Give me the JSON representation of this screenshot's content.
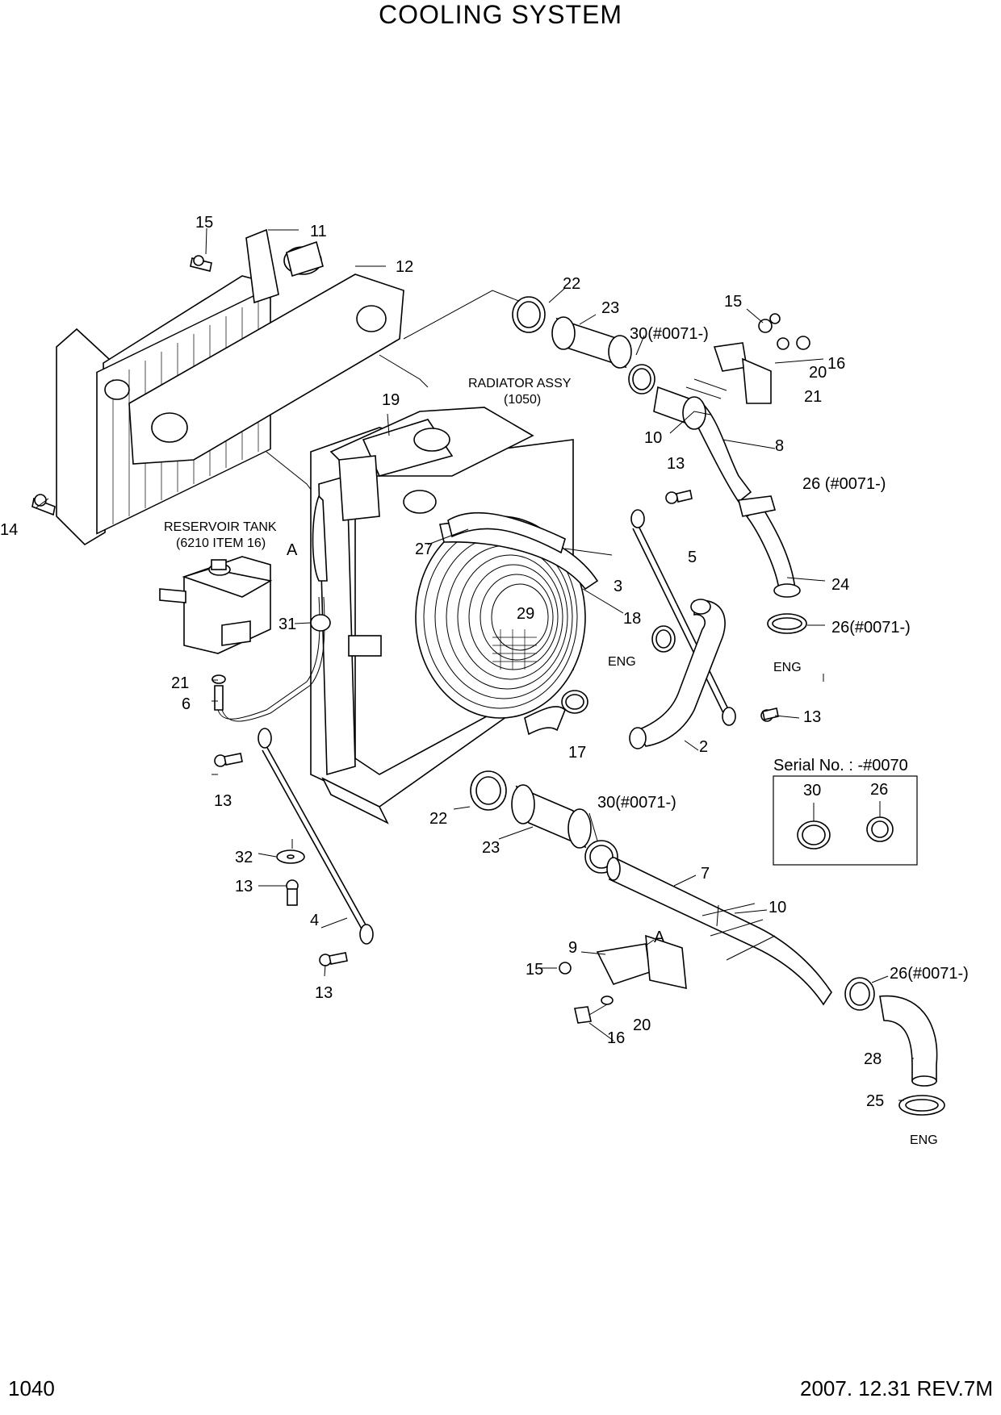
{
  "title": "COOLING SYSTEM",
  "annotations": {
    "radiator_assy": "RADIATOR ASSY",
    "radiator_ref": "(1050)",
    "reservoir_tank": "RESERVOIR TANK",
    "reservoir_ref": "(6210 ITEM 16)",
    "serial_no": "Serial No. : -#0070",
    "eng": "ENG",
    "ref_a": "A"
  },
  "callouts": {
    "c2": "2",
    "c3": "3",
    "c4": "4",
    "c5": "5",
    "c6": "6",
    "c7": "7",
    "c8": "8",
    "c9": "9",
    "c10": "10",
    "c11": "11",
    "c12": "12",
    "c13": "13",
    "c14": "14",
    "c15": "15",
    "c16": "16",
    "c17": "17",
    "c18": "18",
    "c19": "19",
    "c20": "20",
    "c21": "21",
    "c22": "22",
    "c23": "23",
    "c24": "24",
    "c25": "25",
    "c26": "26",
    "c27": "27",
    "c28": "28",
    "c29": "29",
    "c30": "30",
    "c31": "31",
    "c32": "32",
    "c26_serial": "26 (#0071-)",
    "c26_serial_b": "26(#0071-)",
    "c30_serial": "30(#0071-)"
  },
  "footer": {
    "page_number": "1040",
    "revision": "2007. 12.31  REV.7M"
  }
}
